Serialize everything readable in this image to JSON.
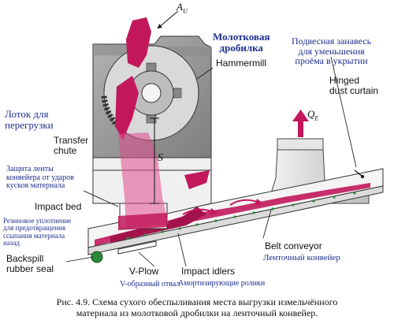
{
  "diagram": {
    "labels": {
      "airflow_in": "A",
      "airflow_in_sub": "U",
      "airflow_out": "Q",
      "airflow_out_sub": "E",
      "hammermill_ru_line1": "Молотковая",
      "hammermill_ru_line2": "дробилка",
      "hammermill_en": "Hammermill",
      "curtain_ru_line1": "Подвесная занавесь",
      "curtain_ru_line2": "для уменьшения",
      "curtain_ru_line3": "проёма в укрытии",
      "curtain_en_line1": "Hinged",
      "curtain_en_line2": "dust curtain",
      "chute_ru_line1": "Лоток для",
      "chute_ru_line2": "перегрузки",
      "chute_en_line1": "Transfer",
      "chute_en_line2": "chute",
      "spacing": "S",
      "impactbed_ru_line1": "Защита ленты",
      "impactbed_ru_line2": "конвейера от ударов",
      "impactbed_ru_line3": "кусков материала",
      "impactbed_en": "Impact bed",
      "seal_ru_line1": "Резиновое уплотнение",
      "seal_ru_line2": "для предотвращения",
      "seal_ru_line3": "ссыпания материала",
      "seal_ru_line4": "назад",
      "seal_en_line1": "Backspill",
      "seal_en_line2": "rubber seal",
      "vplow_en": "V-Plow",
      "vplow_ru": "V-образный отвал",
      "idlers_en": "Impact idlers",
      "idlers_ru": "Амортизирующие ролики",
      "belt_en": "Belt conveyor",
      "belt_ru": "Ленточный конвейер"
    },
    "caption_line1": "Рис. 4.9. Схема сухого обеспыливания места выгрузки измельчённого",
    "caption_line2": "материала из молотковой дробилки на ленточный конвейер.",
    "colors": {
      "material": "#c2185b",
      "material_light": "#e04a8a",
      "housing": "#9a9a9a",
      "housing_dark": "#6e6e6e",
      "frame": "#ededed",
      "idler": "#2a8a3a",
      "label_blue": "#1f2f8f"
    }
  }
}
